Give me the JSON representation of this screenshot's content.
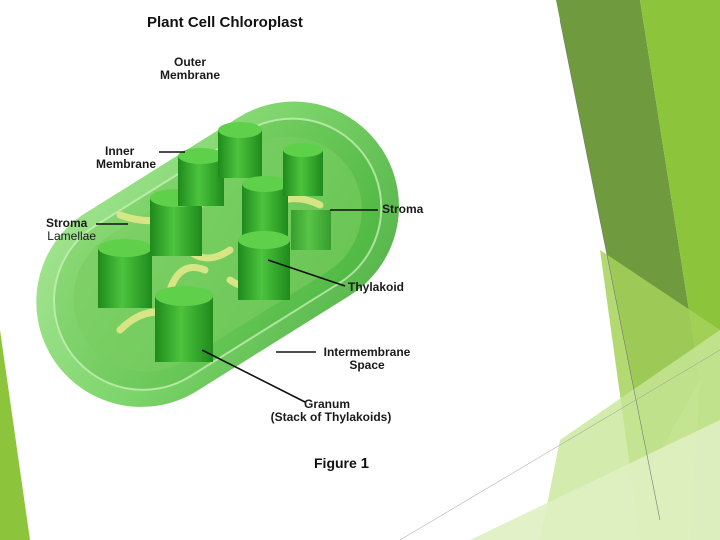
{
  "diagram": {
    "title": "Plant Cell Chloroplast",
    "labels": {
      "outer_membrane": [
        "Outer",
        "Membrane"
      ],
      "inner_membrane": [
        "Inner",
        "Membrane"
      ],
      "stroma_lamellae": [
        "Stroma",
        "Lamellae"
      ],
      "stroma": "Stroma",
      "thylakoid": "Thylakoid",
      "intermembrane_space": [
        "Intermembrane",
        "Space"
      ],
      "granum": [
        "Granum",
        "(Stack of Thylakoids)"
      ]
    },
    "caption_word": "Figure",
    "caption_number": "1"
  },
  "colors": {
    "membrane_outer": "#7fd36a",
    "membrane_inner": "#4cb83c",
    "granum": "#2fa82a",
    "granum_top": "#5fd04a",
    "lamellae": "#d9e27a",
    "accent_dark": "#5c8c2a",
    "accent_mid": "#8cc43c",
    "accent_light": "#c9e69a"
  }
}
